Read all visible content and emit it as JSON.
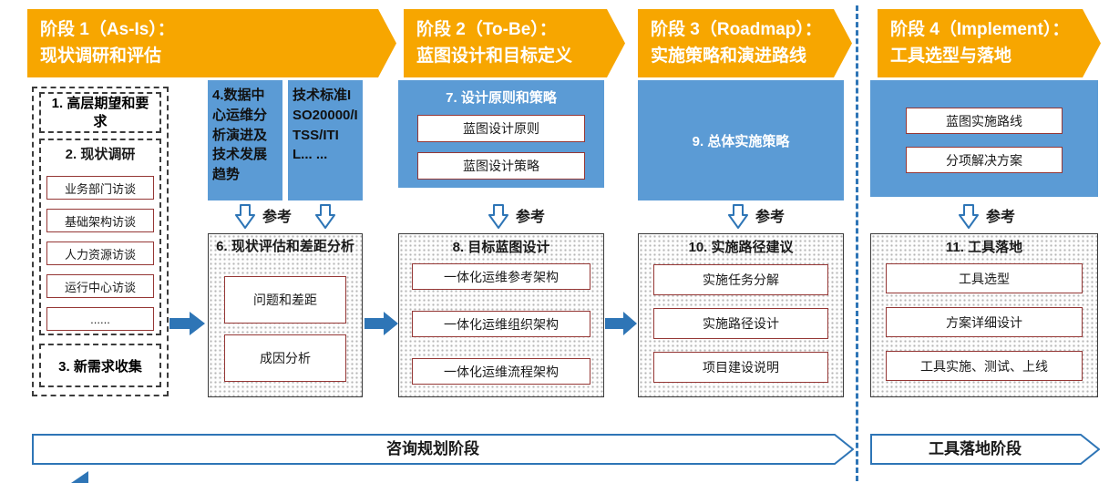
{
  "colors": {
    "banner_orange": "#F7A600",
    "box_blue": "#5B9BD5",
    "arrow_blue": "#2E75B6",
    "inner_border_red": "#953735"
  },
  "banners": [
    {
      "line1": "阶段 1（As-Is）：",
      "line2": "现状调研和评估"
    },
    {
      "line1": "阶段 2（To-Be）：",
      "line2": "蓝图设计和目标定义"
    },
    {
      "line1": "阶段 3（Roadmap）：",
      "line2": "实施策略和演进路线"
    },
    {
      "line1": "阶段 4（Implement）：",
      "line2": "工具选型与落地"
    }
  ],
  "phase1": {
    "expectations_box": "1. 高层期望和要求",
    "survey_title": "2. 现状调研",
    "survey_items": [
      "业务部门访谈",
      "基础架构访谈",
      "人力资源访谈",
      "运行中心访谈",
      "......"
    ],
    "new_requirements_box": "3. 新需求收集",
    "datacenter_trends_box": "4.数据中心运维分析演进及技术发展趋势",
    "standards_box": "技术标准ISO20000/ITSS/ITIL... ...",
    "ref_label": "参考",
    "assessment_title": "6. 现状评估和差距分析",
    "assessment_items": [
      "问题和差距",
      "成因分析"
    ]
  },
  "phase2": {
    "principles_title": "7. 设计原则和策略",
    "principles_items": [
      "蓝图设计原则",
      "蓝图设计策略"
    ],
    "ref_label": "参考",
    "blueprint_title": "8. 目标蓝图设计",
    "blueprint_items": [
      "一体化运维参考架构",
      "一体化运维组织架构",
      "一体化运维流程架构"
    ]
  },
  "phase3": {
    "strategy_box": "9. 总体实施策略",
    "ref_label": "参考",
    "roadmap_title": "10. 实施路径建议",
    "roadmap_items": [
      "实施任务分解",
      "实施路径设计",
      "项目建设说明"
    ]
  },
  "phase4": {
    "input_items": [
      "蓝图实施路线",
      "分项解决方案"
    ],
    "ref_label": "参考",
    "landing_title": "11. 工具落地",
    "landing_items": [
      "工具选型",
      "方案详细设计",
      "工具实施、测试、上线"
    ]
  },
  "footer": {
    "consulting_banner": "咨询规划阶段",
    "implementation_banner": "工具落地阶段"
  }
}
